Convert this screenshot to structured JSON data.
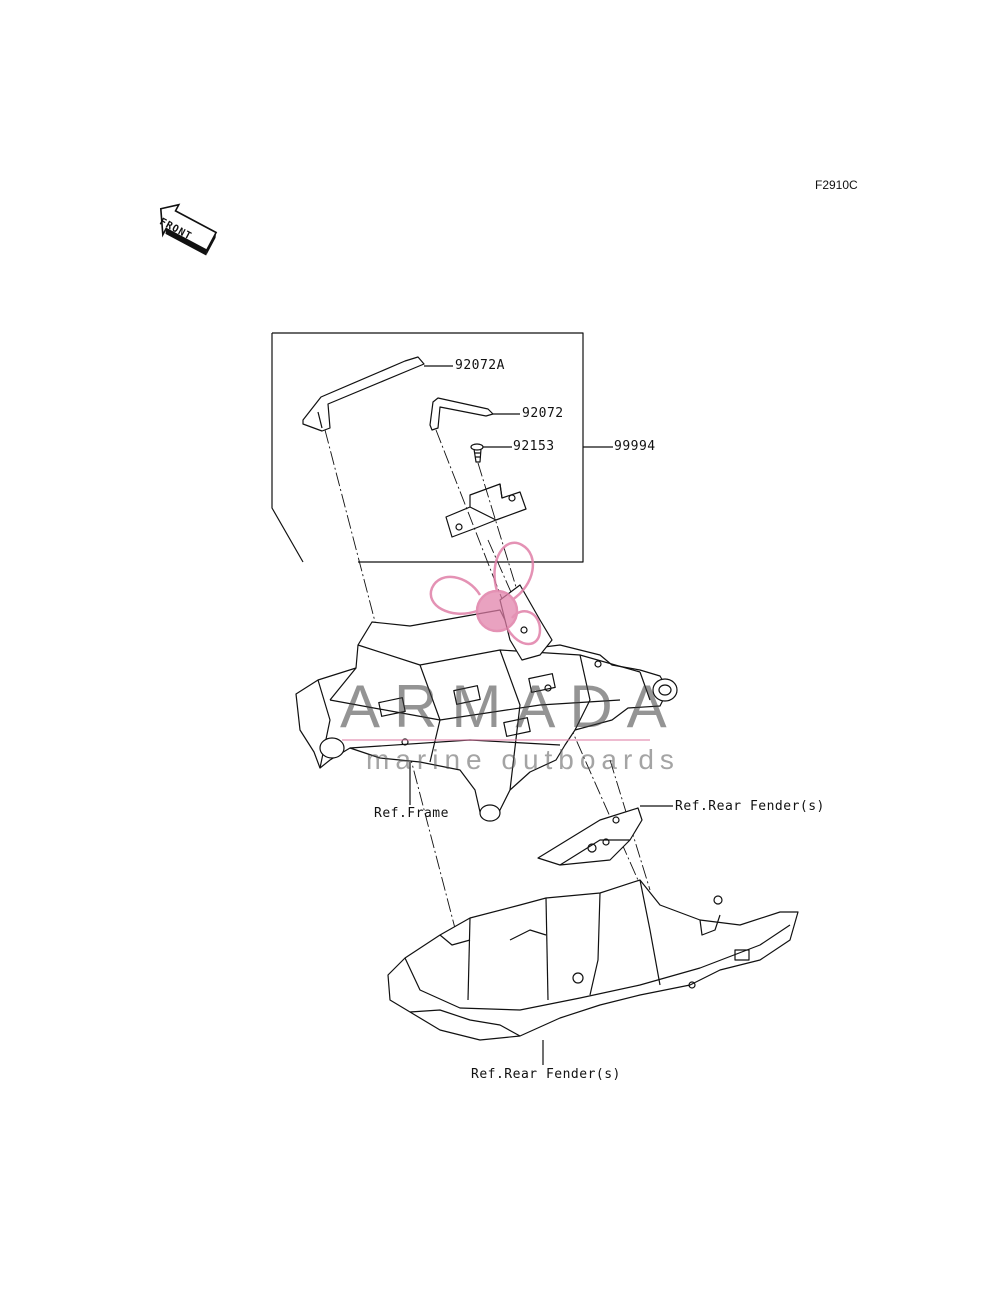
{
  "figure_code": "F2910C",
  "front_arrow": {
    "label": "FRONT",
    "icon": "front-arrow-icon"
  },
  "parts": [
    {
      "number": "92072A"
    },
    {
      "number": "92072"
    },
    {
      "number": "92153"
    },
    {
      "number": "99994"
    }
  ],
  "references": {
    "frame": "Ref.Frame",
    "rear_fender_upper": "Ref.Rear Fender(s)",
    "rear_fender_lower": "Ref.Rear Fender(s)"
  },
  "watermark": {
    "brand": "ARMADA",
    "tagline": "marine outboards",
    "color": "#e07fa8"
  }
}
